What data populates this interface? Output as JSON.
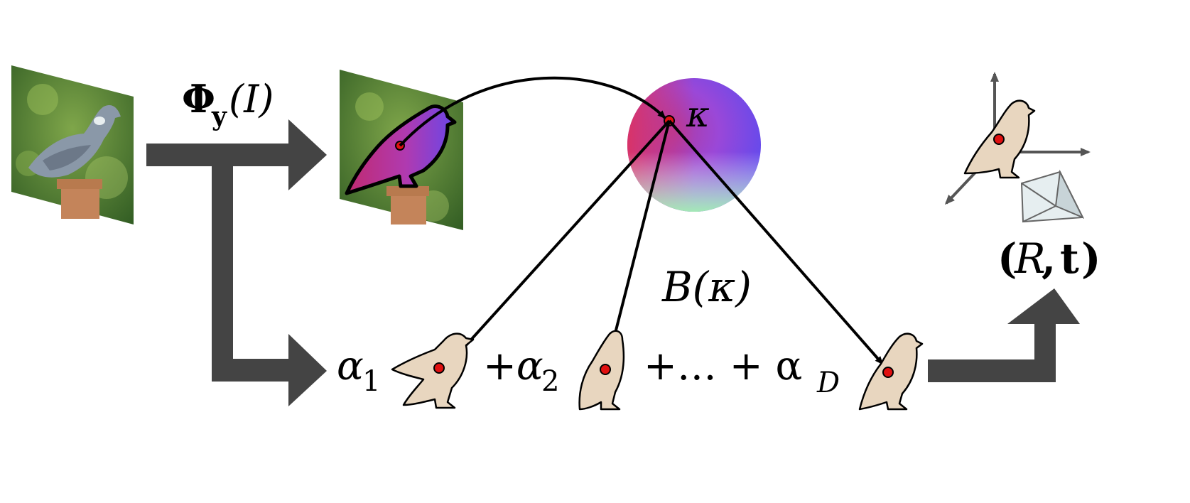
{
  "labels": {
    "phi_main": "Φ",
    "phi_sub": "y",
    "phi_arg": "(I)",
    "kappa": "κ",
    "basis": "B(κ)",
    "alpha1_sym": "α",
    "alpha1_sub": "1",
    "plus_alpha2_sym": "+α",
    "alpha2_sub": "2",
    "plus_dots": "+… + α",
    "alphaD_sub": "D",
    "pose_open": "(",
    "pose_R": "R",
    "pose_comma": ",",
    "pose_t": "t",
    "pose_close": ")"
  },
  "colors": {
    "arrow_gray": "#444444",
    "keypoint_red": "#e01010",
    "bird_fill": "#e8d6bf",
    "embed_magenta": "#c02a8a",
    "embed_purple": "#7a3fe0",
    "sphere_red": "#e0305a",
    "sphere_blue": "#5a4af0",
    "sphere_green": "#9ef0b0"
  },
  "icons": {
    "input_photo": "pigeon-photo",
    "embedding_photo": "pigeon-embedding-overlay",
    "sphere": "color-embedding-sphere",
    "basis_shapes": "bird-silhouette-icon",
    "camera": "camera-frustum-icon",
    "axes": "3d-axes-icon"
  }
}
